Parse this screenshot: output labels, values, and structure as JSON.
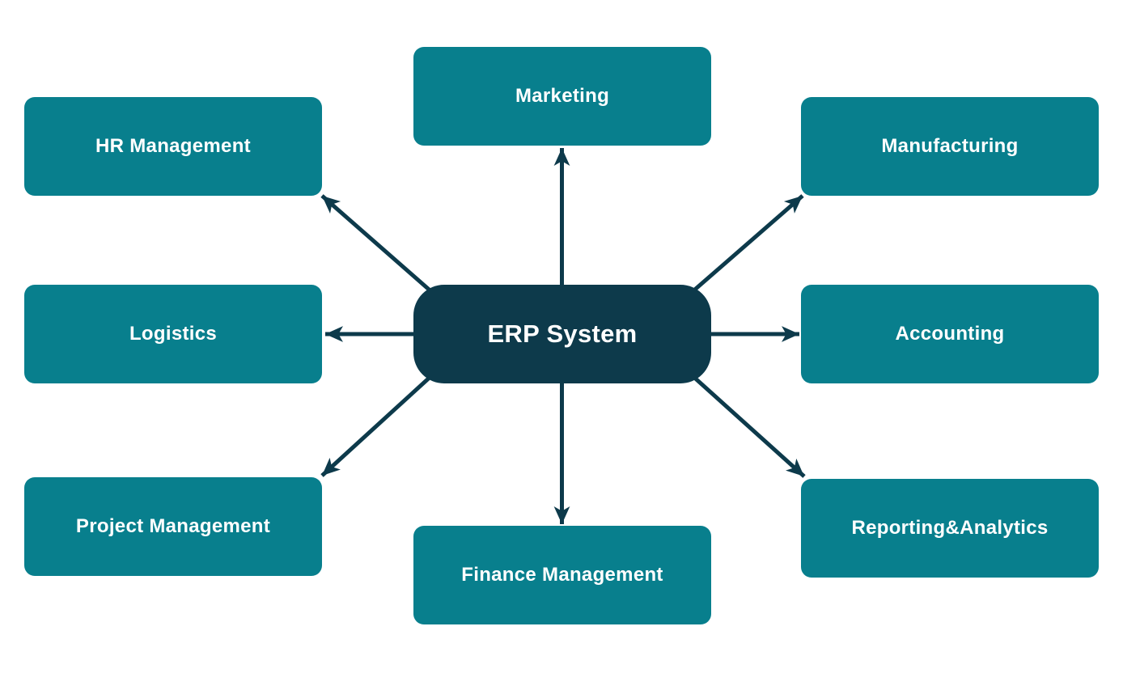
{
  "diagram": {
    "title": "ERP System diagram",
    "center": {
      "id": "erp-system",
      "label": "ERP System"
    },
    "modules": [
      {
        "id": "hr-management",
        "label": "HR Management",
        "position": "top-left"
      },
      {
        "id": "marketing",
        "label": "Marketing",
        "position": "top"
      },
      {
        "id": "manufacturing",
        "label": "Manufacturing",
        "position": "top-right"
      },
      {
        "id": "logistics",
        "label": "Logistics",
        "position": "left"
      },
      {
        "id": "accounting",
        "label": "Accounting",
        "position": "right"
      },
      {
        "id": "project-management",
        "label": "Project Management",
        "position": "bottom-left"
      },
      {
        "id": "finance-management",
        "label": "Finance Management",
        "position": "bottom"
      },
      {
        "id": "reporting-analytics",
        "label": "Reporting&Analytics",
        "position": "bottom-right"
      }
    ],
    "edges": [
      {
        "from": "erp-system",
        "to": "hr-management"
      },
      {
        "from": "erp-system",
        "to": "marketing"
      },
      {
        "from": "erp-system",
        "to": "manufacturing"
      },
      {
        "from": "erp-system",
        "to": "logistics"
      },
      {
        "from": "erp-system",
        "to": "accounting"
      },
      {
        "from": "erp-system",
        "to": "project-management"
      },
      {
        "from": "erp-system",
        "to": "finance-management"
      },
      {
        "from": "erp-system",
        "to": "reporting-analytics"
      }
    ],
    "colors": {
      "background": "#ffffff",
      "module_fill": "#087f8d",
      "center_fill": "#0d3a4b",
      "arrow": "#0d3a4b",
      "text": "#ffffff"
    }
  }
}
